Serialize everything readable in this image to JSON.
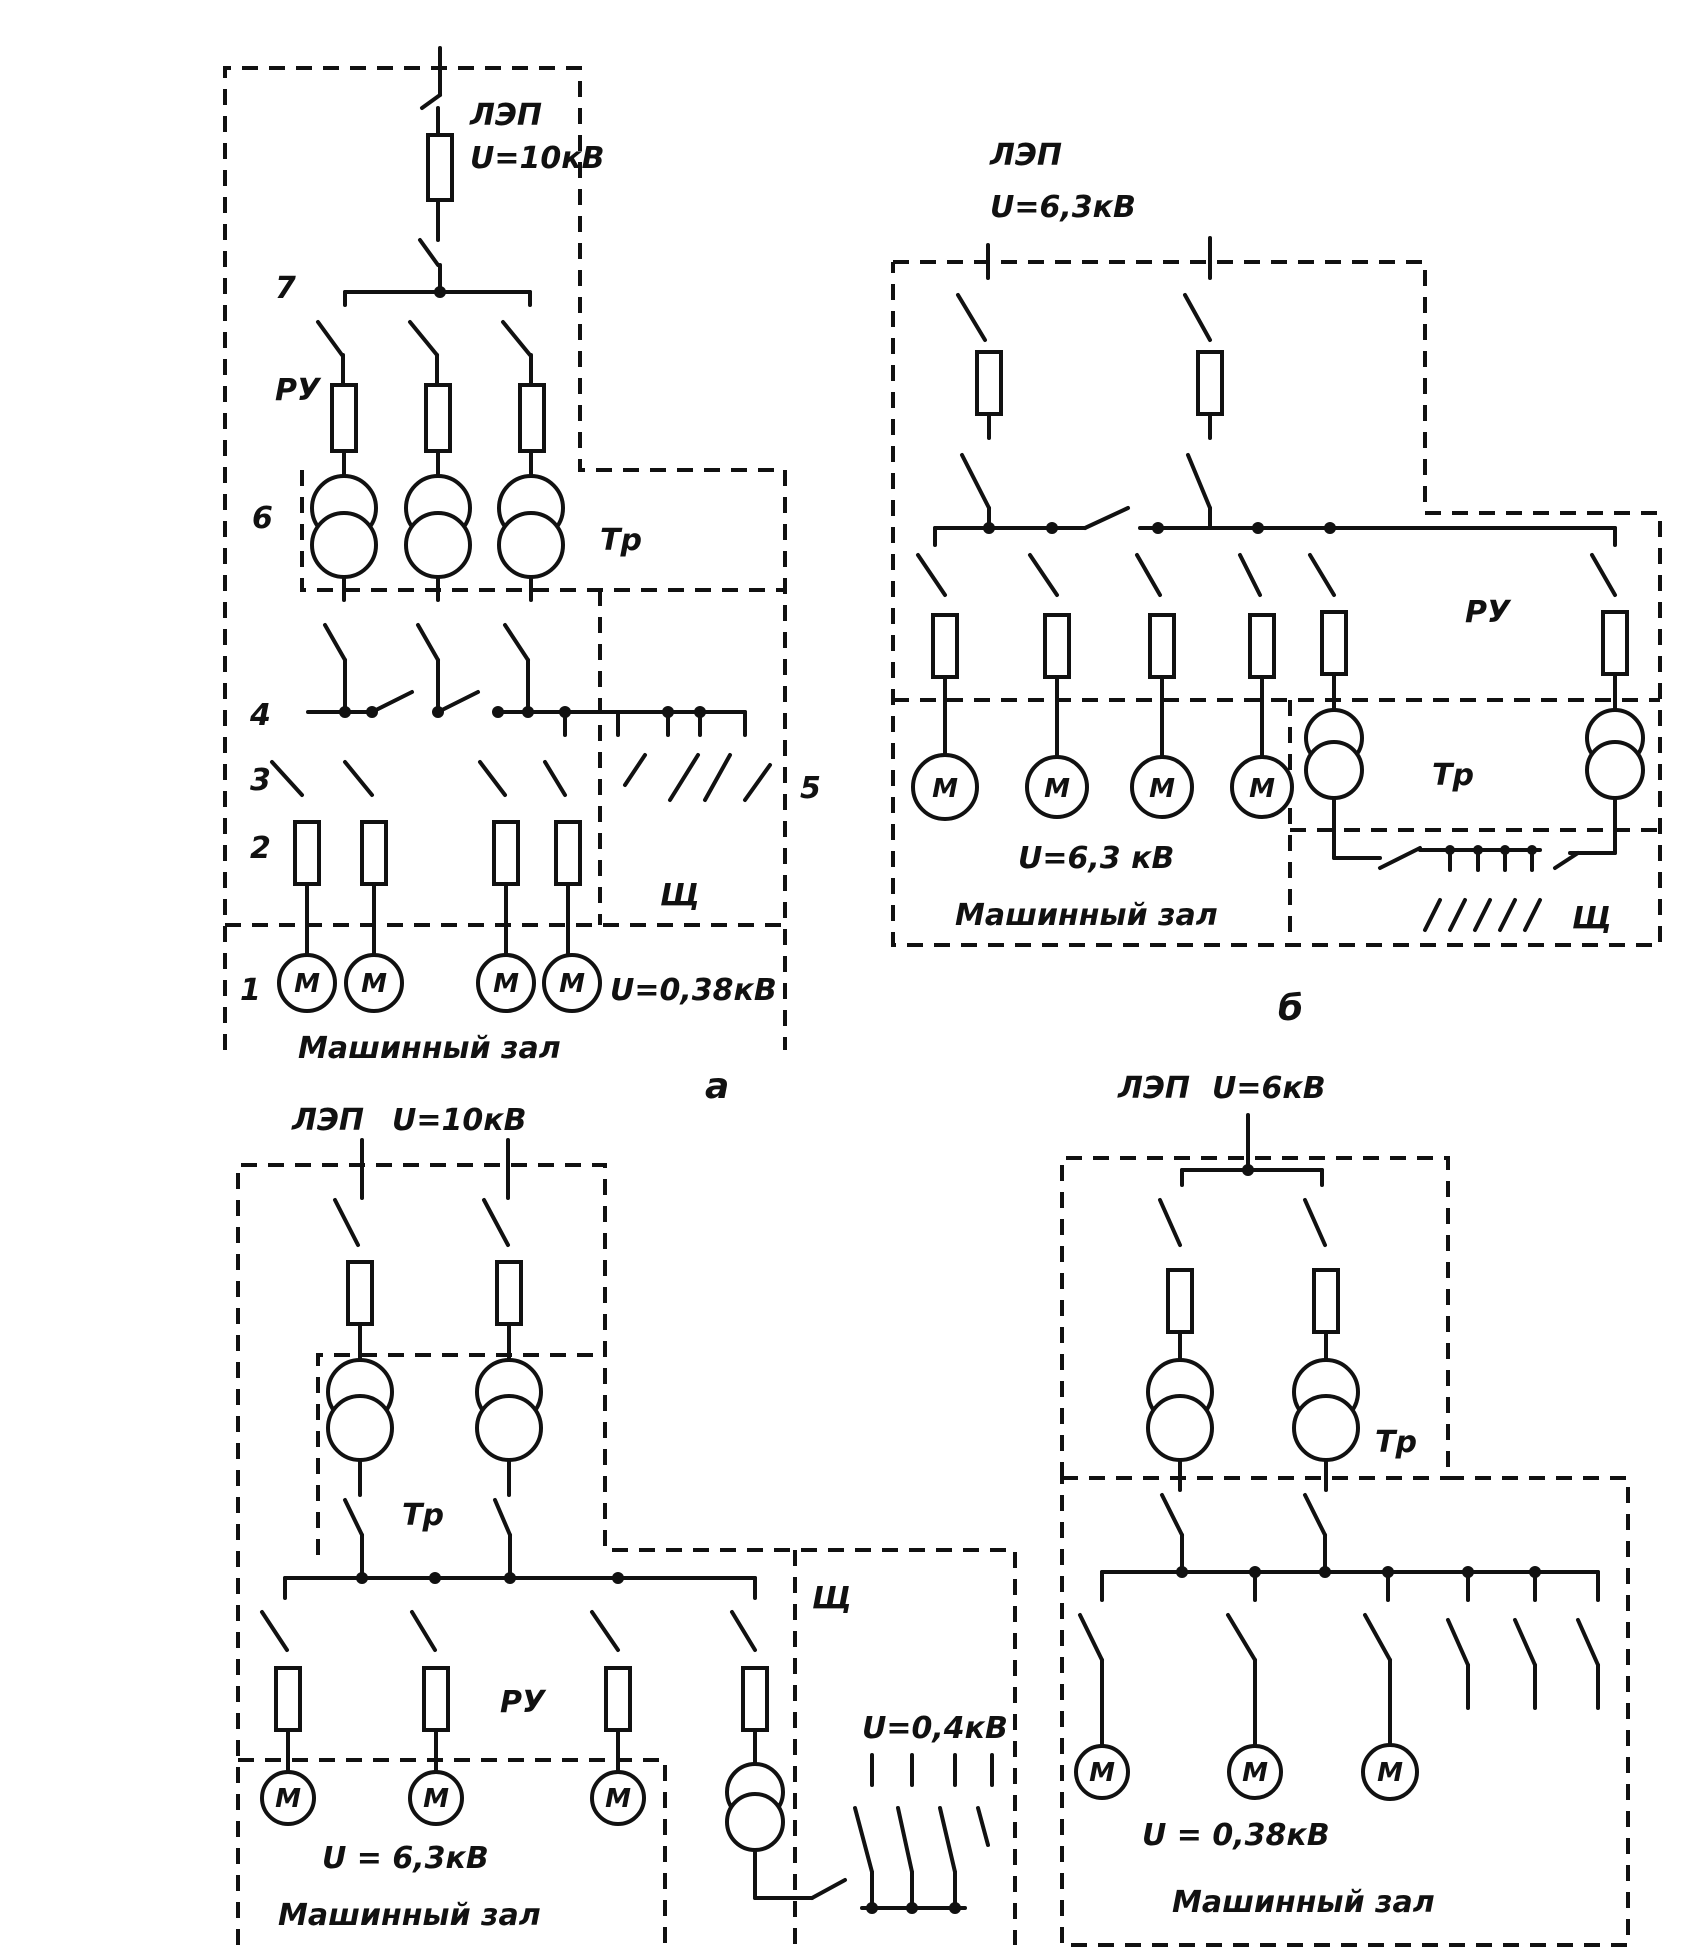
{
  "diagram_a": {
    "line_label": "ЛЭП",
    "voltage_in": "U=10кВ",
    "num_7": "7",
    "ru": "РУ",
    "num_6": "6",
    "tr": "Тр",
    "num_4": "4",
    "num_3": "3",
    "num_2": "2",
    "num_5": "5",
    "panel": "Щ",
    "num_1": "1",
    "motor": "М",
    "voltage_out": "U=0,38кВ",
    "hall": "Машинный  зал",
    "letter": "а"
  },
  "diagram_b": {
    "line_label": "ЛЭП",
    "voltage_in": "U=6,3кВ",
    "ru": "РУ",
    "tr": "Тр",
    "motor": "М",
    "voltage_out": "U=6,3 кВ",
    "hall": "Машинный  зал",
    "panel": "Щ",
    "letter": "б"
  },
  "diagram_c": {
    "line_label": "ЛЭП",
    "voltage_in": "U=10кВ",
    "tr": "Тр",
    "panel": "Щ",
    "ru": "РУ",
    "voltage_panel": "U=0,4кВ",
    "motor": "М",
    "voltage_out": "U = 6,3кВ",
    "hall": "Машинный  зал"
  },
  "diagram_d": {
    "line_label": "ЛЭП",
    "voltage_in": "U=6кВ",
    "tr": "Тр",
    "motor": "М",
    "voltage_out": "U = 0,38кВ",
    "hall": "Машинный  зал"
  }
}
